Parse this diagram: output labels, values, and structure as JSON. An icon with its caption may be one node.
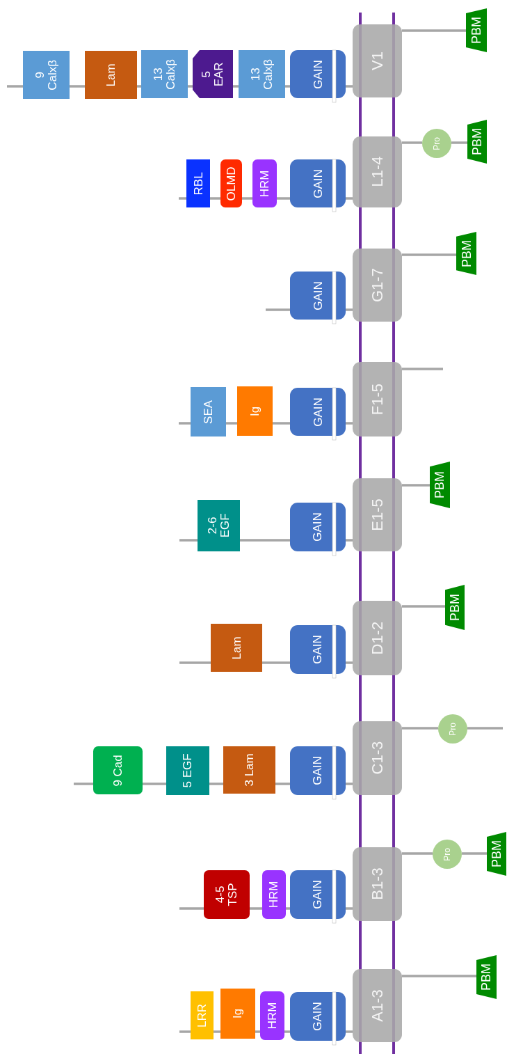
{
  "diagram": {
    "nodes": [
      {
        "text": [
          "9 Calxβ"
        ]
      },
      {
        "text": [
          "Lam"
        ]
      },
      {
        "text": [
          "13 Calxβ"
        ]
      },
      {
        "text": [
          "5 EAR"
        ]
      },
      {
        "text": [
          "13 Calxβ"
        ]
      },
      {
        "text": [
          "GAIN"
        ]
      },
      {
        "text": [
          "V1"
        ]
      },
      {
        "text": [
          "PBM"
        ]
      },
      {
        "text": [
          "RBL"
        ]
      },
      {
        "text": [
          "OLMD"
        ]
      },
      {
        "text": [
          "HRM"
        ]
      },
      {
        "text": [
          "GAIN"
        ]
      },
      {
        "text": [
          "L1-4"
        ]
      },
      {
        "text": [
          "Pro"
        ]
      },
      {
        "text": [
          "PBM"
        ]
      },
      {
        "text": [
          "GAIN"
        ]
      },
      {
        "text": [
          "G1-7"
        ]
      },
      {
        "text": [
          "PBM"
        ]
      },
      {
        "text": [
          "SEA"
        ]
      },
      {
        "text": [
          "Ig"
        ]
      },
      {
        "text": [
          "GAIN"
        ]
      },
      {
        "text": [
          "F1-5"
        ]
      },
      {
        "text": [
          "2-6 EGF"
        ]
      },
      {
        "text": [
          "GAIN"
        ]
      },
      {
        "text": [
          "E1-5"
        ]
      },
      {
        "text": [
          "PBM"
        ]
      },
      {
        "text": [
          "Lam"
        ]
      },
      {
        "text": [
          "GAIN"
        ]
      },
      {
        "text": [
          "D1-2"
        ]
      },
      {
        "text": [
          "PBM"
        ]
      },
      {
        "text": [
          "9 Cad"
        ]
      },
      {
        "text": [
          "5 EGF"
        ]
      },
      {
        "text": [
          "3 Lam"
        ]
      },
      {
        "text": [
          "GAIN"
        ]
      },
      {
        "text": [
          "C1-3"
        ]
      },
      {
        "text": [
          "Pro"
        ]
      },
      {
        "text": [
          "4-5 TSP"
        ]
      },
      {
        "text": [
          "HRM"
        ]
      },
      {
        "text": [
          "GAIN"
        ]
      },
      {
        "text": [
          "B1-3"
        ]
      },
      {
        "text": [
          "Pro"
        ]
      },
      {
        "text": [
          "PBM"
        ]
      },
      {
        "text": [
          "LRR"
        ]
      },
      {
        "text": [
          "Ig"
        ]
      },
      {
        "text": [
          "HRM"
        ]
      },
      {
        "text": [
          "GAIN"
        ]
      },
      {
        "text": [
          "A1-3"
        ]
      },
      {
        "text": [
          "PBM"
        ]
      }
    ],
    "edges": [
      {
        "from": null,
        "to": 0,
        "arrow": "none"
      },
      {
        "from": 0,
        "to": 1,
        "arrow": "none"
      },
      {
        "from": 1,
        "to": 2,
        "arrow": "none"
      },
      {
        "from": 2,
        "to": 3,
        "arrow": "none"
      },
      {
        "from": 3,
        "to": 4,
        "arrow": "none"
      },
      {
        "from": 4,
        "to": 5,
        "arrow": "none"
      },
      {
        "from": 5,
        "to": 6,
        "arrow": "none"
      },
      {
        "from": 6,
        "to": 7,
        "arrow": "none"
      },
      {
        "from": null,
        "to": 8,
        "arrow": "none"
      },
      {
        "from": 8,
        "to": 9,
        "arrow": "none"
      },
      {
        "from": 9,
        "to": 10,
        "arrow": "none"
      },
      {
        "from": 10,
        "to": 11,
        "arrow": "none"
      },
      {
        "from": 11,
        "to": 12,
        "arrow": "none"
      },
      {
        "from": 12,
        "to": 13,
        "arrow": "none"
      },
      {
        "from": 13,
        "to": 14,
        "arrow": "none"
      },
      {
        "from": null,
        "to": 15,
        "arrow": "none"
      },
      {
        "from": 15,
        "to": 16,
        "arrow": "none"
      },
      {
        "from": 16,
        "to": 17,
        "arrow": "none"
      },
      {
        "from": null,
        "to": 18,
        "arrow": "none"
      },
      {
        "from": 18,
        "to": 19,
        "arrow": "none"
      },
      {
        "from": 19,
        "to": 20,
        "arrow": "none"
      },
      {
        "from": 20,
        "to": 21,
        "arrow": "none"
      },
      {
        "from": 21,
        "to": null,
        "arrow": "none"
      },
      {
        "from": null,
        "to": 22,
        "arrow": "none"
      },
      {
        "from": 22,
        "to": 23,
        "arrow": "none"
      },
      {
        "from": 23,
        "to": 24,
        "arrow": "none"
      },
      {
        "from": 24,
        "to": 25,
        "arrow": "none"
      },
      {
        "from": null,
        "to": 26,
        "arrow": "none"
      },
      {
        "from": 26,
        "to": 27,
        "arrow": "none"
      },
      {
        "from": 27,
        "to": 28,
        "arrow": "none"
      },
      {
        "from": 28,
        "to": 29,
        "arrow": "none"
      },
      {
        "from": null,
        "to": 30,
        "arrow": "none"
      },
      {
        "from": 30,
        "to": 31,
        "arrow": "none"
      },
      {
        "from": 31,
        "to": 32,
        "arrow": "none"
      },
      {
        "from": 32,
        "to": 33,
        "arrow": "none"
      },
      {
        "from": 33,
        "to": 34,
        "arrow": "none"
      },
      {
        "from": 34,
        "to": 35,
        "arrow": "none"
      },
      {
        "from": 35,
        "to": null,
        "arrow": "none"
      },
      {
        "from": null,
        "to": 36,
        "arrow": "none"
      },
      {
        "from": 36,
        "to": 37,
        "arrow": "none"
      },
      {
        "from": 37,
        "to": 38,
        "arrow": "none"
      },
      {
        "from": 38,
        "to": 39,
        "arrow": "none"
      },
      {
        "from": 39,
        "to": 40,
        "arrow": "none"
      },
      {
        "from": 40,
        "to": 41,
        "arrow": "none"
      },
      {
        "from": null,
        "to": 42,
        "arrow": "none"
      },
      {
        "from": 42,
        "to": 43,
        "arrow": "none"
      },
      {
        "from": 43,
        "to": 44,
        "arrow": "none"
      },
      {
        "from": 44,
        "to": 45,
        "arrow": "none"
      },
      {
        "from": 45,
        "to": 46,
        "arrow": "none"
      },
      {
        "from": 46,
        "to": 47,
        "arrow": "none"
      }
    ]
  }
}
